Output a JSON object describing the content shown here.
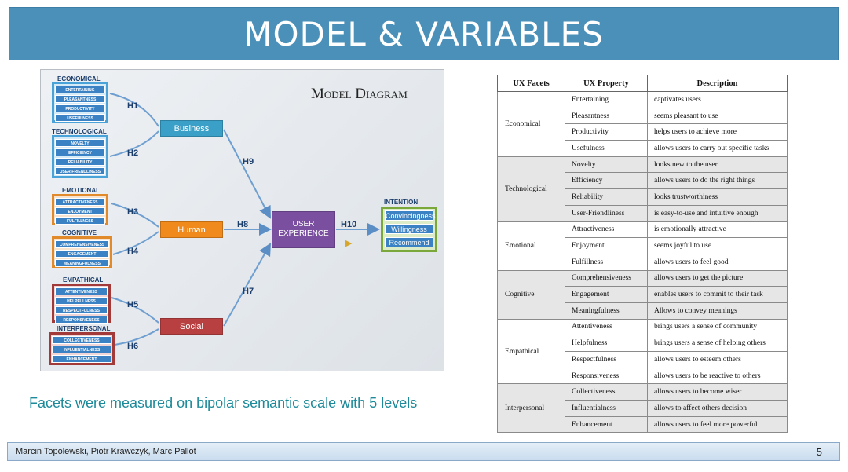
{
  "slide": {
    "title": "MODEL & VARIABLES",
    "caption": "Facets were measured on bipolar semantic scale with 5 levels",
    "authors": "Marcin Topolewski, Piotr Krawczyk, Marc Pallot",
    "page_number": "5"
  },
  "diagram": {
    "heading": "Model Diagram",
    "groups": [
      {
        "title": "ECONOMICAL",
        "items": [
          "ENTERTAINING",
          "PLEASANTNESS",
          "PRODUCTIVITY",
          "USEFULNESS"
        ]
      },
      {
        "title": "TECHNOLOGICAL",
        "items": [
          "NOVELTY",
          "EFFICIENCY",
          "RELIABILITY",
          "USER-FRIENDLINESS"
        ]
      },
      {
        "title": "EMOTIONAL",
        "items": [
          "ATTRACTIVENESS",
          "ENJOYMENT",
          "FULFILLNESS"
        ]
      },
      {
        "title": "COGNITIVE",
        "items": [
          "COMPREHENSIVENESS",
          "ENGAGEMENT",
          "MEANINGFULNESS"
        ]
      },
      {
        "title": "EMPATHICAL",
        "items": [
          "ATTENTIVENESS",
          "HELPFULNESS",
          "RESPECTFULNESS",
          "RESPONSIVENESS"
        ]
      },
      {
        "title": "INTERPERSONAL",
        "items": [
          "COLLECTIVENESS",
          "INFLUENTIALNESS",
          "ENHANCEMENT"
        ]
      }
    ],
    "nodes": {
      "business": "Business",
      "human": "Human",
      "social": "Social",
      "ux_line1": "USER",
      "ux_line2": "EXPERIENCE"
    },
    "hypotheses": {
      "h1": "H1",
      "h2": "H2",
      "h3": "H3",
      "h4": "H4",
      "h5": "H5",
      "h6": "H6",
      "h7": "H7",
      "h8": "H8",
      "h9": "H9",
      "h10": "H10"
    },
    "intention": {
      "title": "INTENTION",
      "items": [
        "Convincingness",
        "Willingness",
        "Recommend"
      ]
    },
    "colors": {
      "business": "#3aa0c8",
      "human": "#f08a1c",
      "social": "#b94040",
      "ux": "#7a4fa0",
      "chip": "#3b82c4",
      "title_bar": "#4a90b8"
    }
  },
  "table": {
    "headers": [
      "UX Facets",
      "UX Property",
      "Description"
    ],
    "groups": [
      {
        "facet": "Economical",
        "shade": false,
        "rows": [
          [
            "Entertaining",
            "captivates users"
          ],
          [
            "Pleasantness",
            "seems pleasant to use"
          ],
          [
            "Productivity",
            "helps users to achieve more"
          ],
          [
            "Usefulness",
            "allows users to carry out specific tasks"
          ]
        ]
      },
      {
        "facet": "Technological",
        "shade": true,
        "rows": [
          [
            "Novelty",
            "looks new to the user"
          ],
          [
            "Efficiency",
            "allows users to do the right things"
          ],
          [
            "Reliability",
            "looks trustworthiness"
          ],
          [
            "User-Friendliness",
            "is easy-to-use and intuitive enough"
          ]
        ]
      },
      {
        "facet": "Emotional",
        "shade": false,
        "rows": [
          [
            "Attractiveness",
            "is emotionally attractive"
          ],
          [
            "Enjoyment",
            "seems joyful to use"
          ],
          [
            "Fulfillness",
            "allows users to feel good"
          ]
        ]
      },
      {
        "facet": "Cognitive",
        "shade": true,
        "rows": [
          [
            "Comprehensiveness",
            "allows users to get the picture"
          ],
          [
            "Engagement",
            "enables users to commit to their task"
          ],
          [
            "Meaningfulness",
            "Allows to convey meanings"
          ]
        ]
      },
      {
        "facet": "Empathical",
        "shade": false,
        "rows": [
          [
            "Attentiveness",
            "brings users a sense of community"
          ],
          [
            "Helpfulness",
            "brings users a sense of helping others"
          ],
          [
            "Respectfulness",
            "allows users to esteem others"
          ],
          [
            "Responsiveness",
            "allows users to be reactive to others"
          ]
        ]
      },
      {
        "facet": "Interpersonal",
        "shade": true,
        "rows": [
          [
            "Collectiveness",
            "allows users to become wiser"
          ],
          [
            "Influentialness",
            "allows to affect others decision"
          ],
          [
            "Enhancement",
            "allows users to feel more powerful"
          ]
        ]
      }
    ]
  }
}
